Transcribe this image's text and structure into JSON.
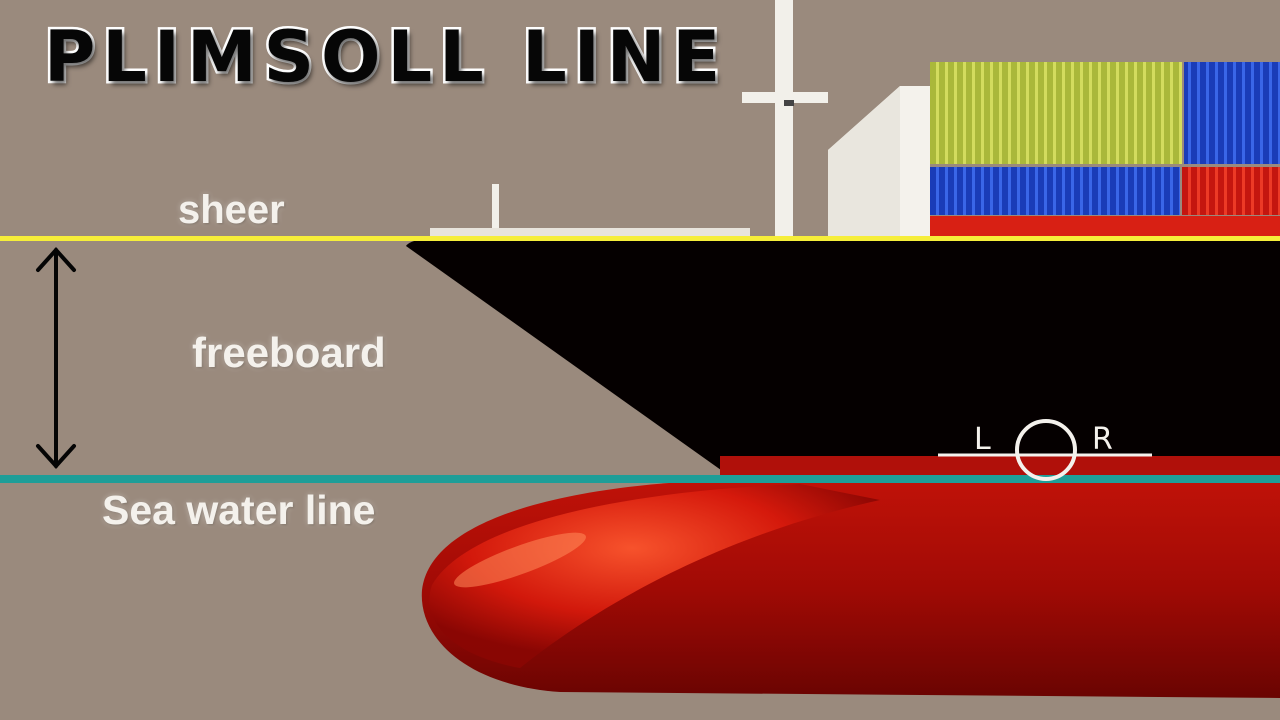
{
  "title": "PLIMSOLL LINE",
  "labels": {
    "sheer": "sheer",
    "freeboard": "freeboard",
    "sea_water_line": "Sea water line"
  },
  "load_line_mark": {
    "left_letter": "L",
    "right_letter": "R"
  },
  "colors": {
    "background": "#9a8a7d",
    "sheer_line": "#f6ee3a",
    "sea_water_line": "#1e9e98",
    "hull_upper": "#050000",
    "hull_lower": "#a80c06",
    "container_yellow": "#b5bd3c",
    "container_blue": "#1c3fc0",
    "container_red": "#d41e14"
  }
}
